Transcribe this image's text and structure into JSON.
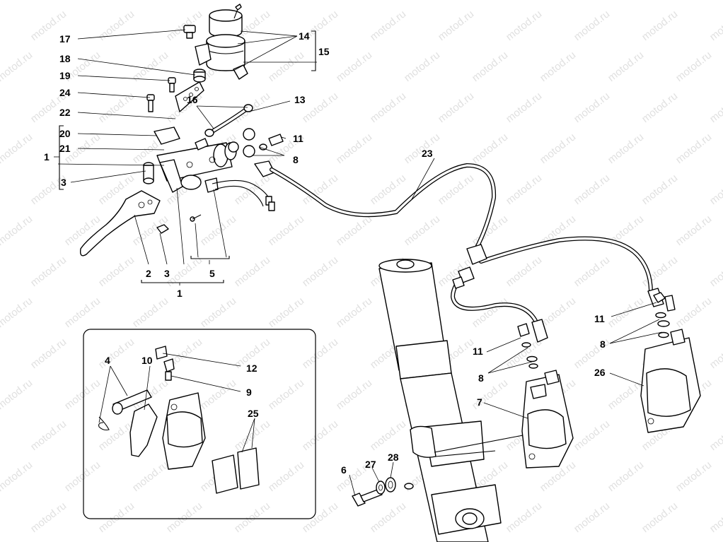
{
  "watermark": "motod.ru",
  "callouts": {
    "c1": "1",
    "c1b": "1",
    "c2": "2",
    "c3a": "3",
    "c3b": "3",
    "c4": "4",
    "c5": "5",
    "c6": "6",
    "c7": "7",
    "c8a": "8",
    "c8b": "8",
    "c8c": "8",
    "c9": "9",
    "c10": "10",
    "c11a": "11",
    "c11b": "11",
    "c11c": "11",
    "c12": "12",
    "c13": "13",
    "c14": "14",
    "c15": "15",
    "c16": "16",
    "c17": "17",
    "c18": "18",
    "c19": "19",
    "c20": "20",
    "c21": "21",
    "c22": "22",
    "c23": "23",
    "c24": "24",
    "c25": "25",
    "c26": "26",
    "c27": "27",
    "c28": "28"
  }
}
